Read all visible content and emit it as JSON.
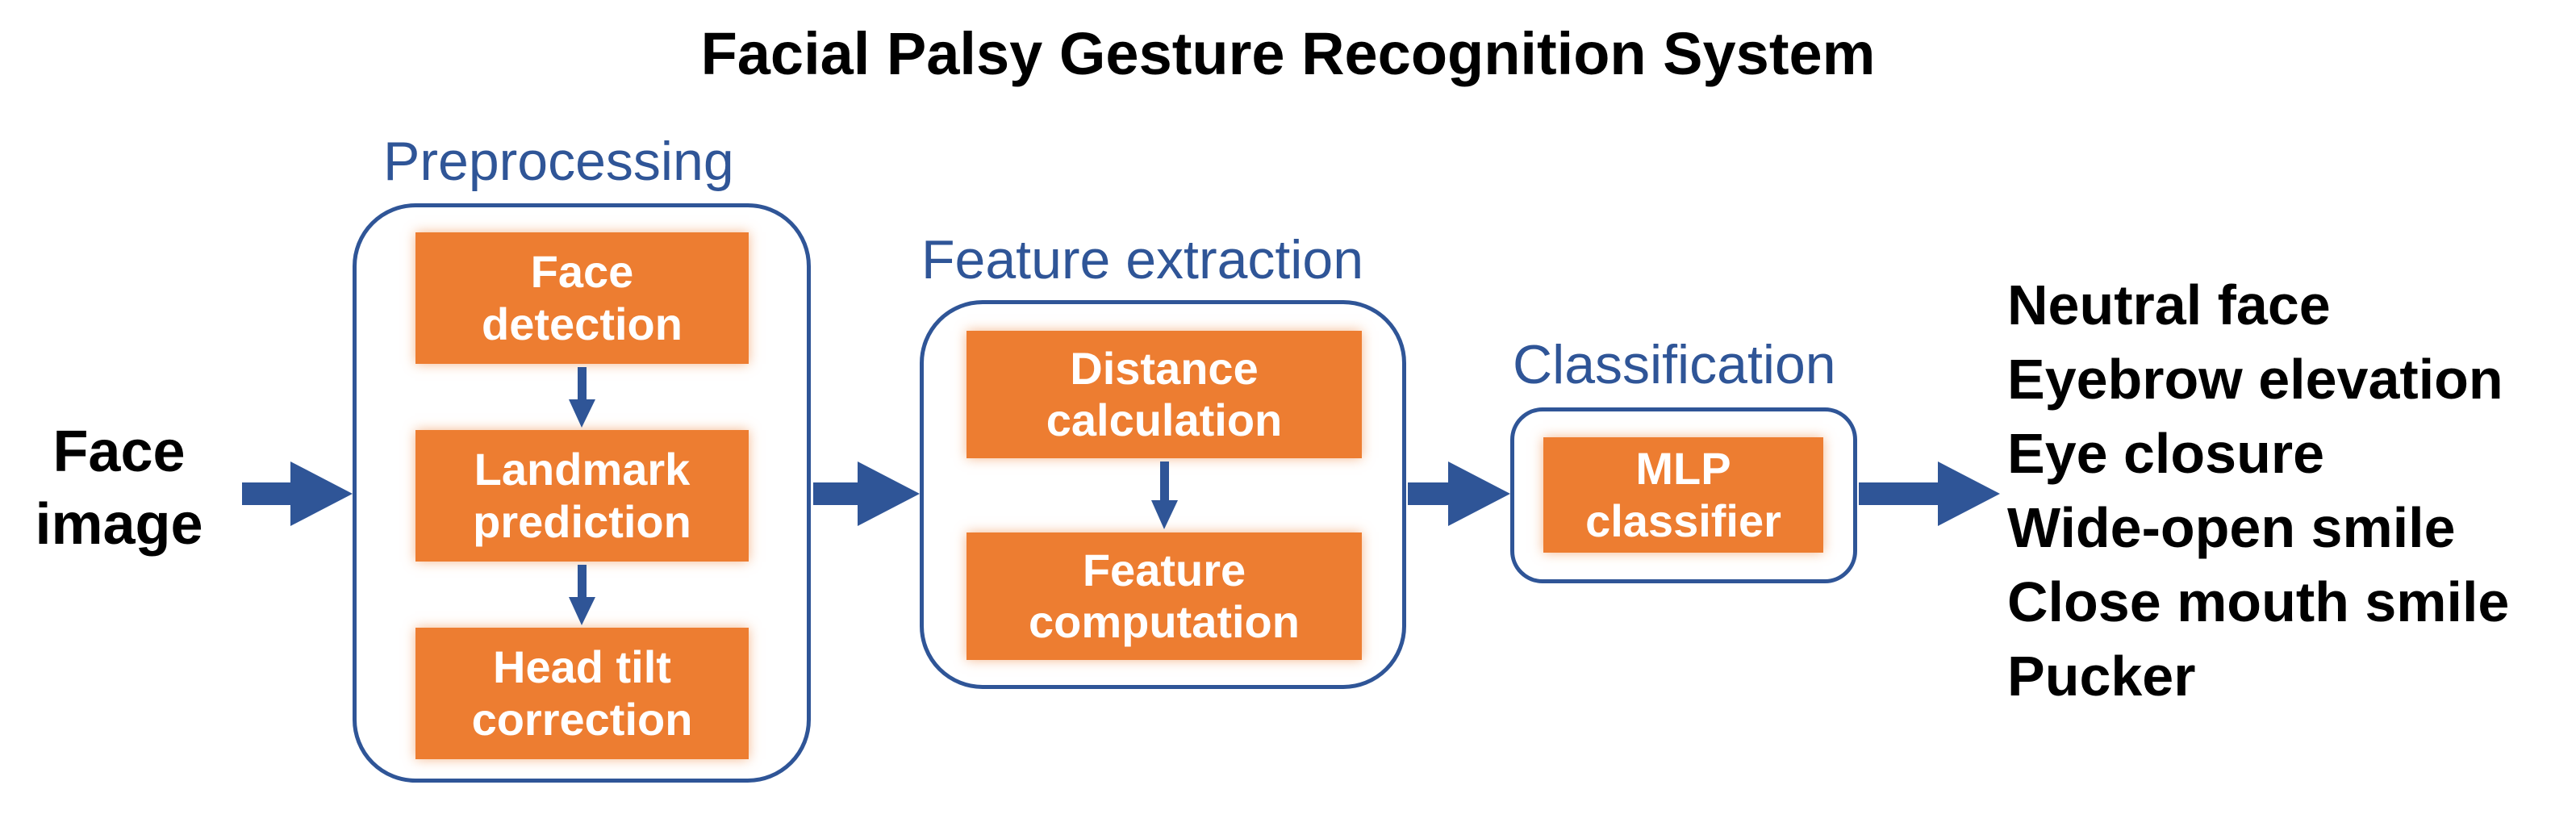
{
  "title": "Facial Palsy Gesture Recognition System",
  "colors": {
    "accent": "#2f5597",
    "process": "#ed7d31",
    "text": "#000000"
  },
  "input": {
    "line1": "Face",
    "line2": "image"
  },
  "stages": {
    "preprocessing": {
      "label": "Preprocessing",
      "steps": [
        {
          "line1": "Face",
          "line2": "detection"
        },
        {
          "line1": "Landmark",
          "line2": "prediction"
        },
        {
          "line1": "Head tilt",
          "line2": "correction"
        }
      ]
    },
    "feature_extraction": {
      "label": "Feature extraction",
      "steps": [
        {
          "line1": "Distance",
          "line2": "calculation"
        },
        {
          "line1": "Feature",
          "line2": "computation"
        }
      ]
    },
    "classification": {
      "label": "Classification",
      "steps": [
        {
          "line1": "MLP",
          "line2": "classifier"
        }
      ]
    }
  },
  "outputs": [
    "Neutral face",
    "Eyebrow elevation",
    "Eye closure",
    "Wide-open smile",
    "Close mouth smile",
    "Pucker"
  ]
}
